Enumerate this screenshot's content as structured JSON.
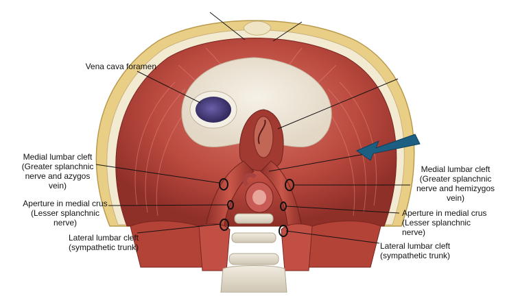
{
  "labels": {
    "vena_cava": "Vena cava foramen",
    "medial_left": "Medial lumbar cleft\n(Greater splanchnic\nnerve and azygos\nvein)",
    "aperture_left": "Aperture in medial crus\n(Lesser splanchnic\nnerve)",
    "lateral_left": "Lateral lumbar cleft\n(sympathetic trunk)",
    "medial_right": "Medial lumbar cleft\n(Greater splanchnic\nnerve and hemizygos\nvein)",
    "aperture_right": "Aperture in medial crus\n(Lesser splanchnic\nnerve)",
    "lateral_right": "Lateral lumbar cleft\n(sympathetic trunk)"
  },
  "colors": {
    "muscle": "#b8483d",
    "muscle_dark": "#8e2f28",
    "muscle_light": "#d46a5c",
    "tendon": "#efe9dc",
    "fat": "#e9cf86",
    "vena_cava": "#3f3572",
    "arrow": "#1d5f82"
  }
}
